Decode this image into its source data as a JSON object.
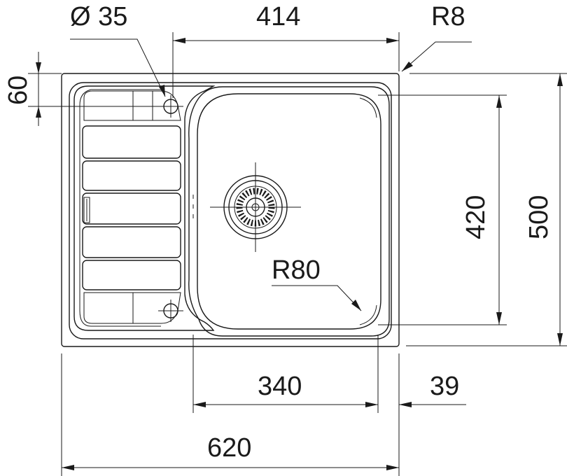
{
  "drawing": {
    "labels": {
      "hole_diameter": "Ø 35",
      "bowl_width_with_drainer": "414",
      "corner_radius": "R8",
      "hole_offset": "60",
      "bowl_depth": "420",
      "overall_depth": "500",
      "bowl_corner_radius": "R80",
      "bowl_width": "340",
      "right_margin": "39",
      "overall_width": "620"
    },
    "line_color": "#1a1a1a"
  }
}
